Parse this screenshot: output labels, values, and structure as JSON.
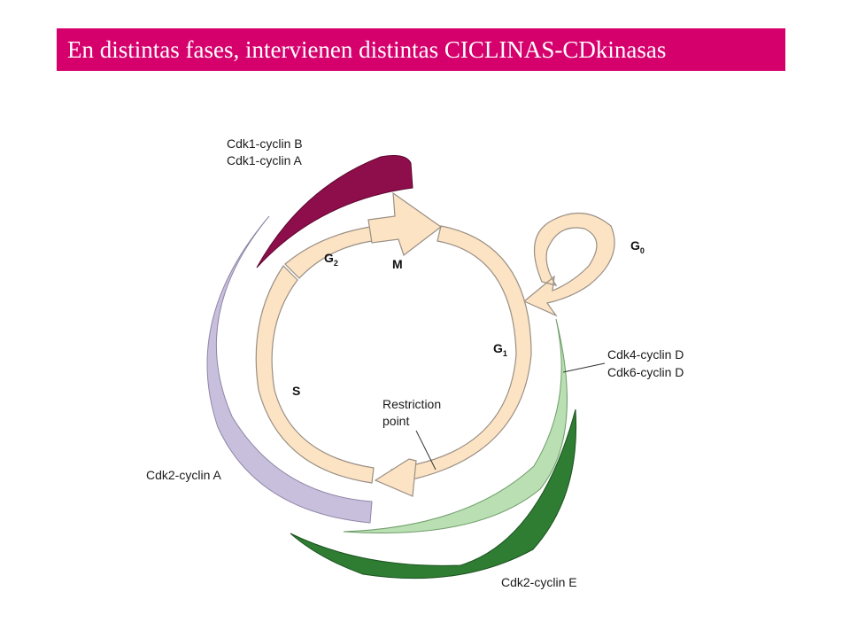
{
  "title": "En distintas fases, intervienen distintas CICLINAS-CDkinasas",
  "phases": {
    "m": "M",
    "g2": {
      "base": "G",
      "sub": "2"
    },
    "g1": {
      "base": "G",
      "sub": "1"
    },
    "g0": {
      "base": "G",
      "sub": "0"
    },
    "s": "S"
  },
  "complexes": {
    "cdk1_b": "Cdk1-cyclin B",
    "cdk1_a": "Cdk1-cyclin A",
    "cdk2_a": "Cdk2-cyclin A",
    "cdk4_d": "Cdk4-cyclin D",
    "cdk6_d": "Cdk6-cyclin D",
    "cdk2_e": "Cdk2-cyclin E"
  },
  "restriction_point": {
    "line1": "Restriction",
    "line2": "point"
  },
  "colors": {
    "title_bg": "#d6006d",
    "cycle_fill": "#fbe3c4",
    "cycle_stroke": "#9a8f84",
    "cyclin_b": "#8e0e4b",
    "cyclin_a2": "#c8bfdc",
    "cyclin_d": "#b9dfb3",
    "cyclin_e": "#2e7d32"
  }
}
